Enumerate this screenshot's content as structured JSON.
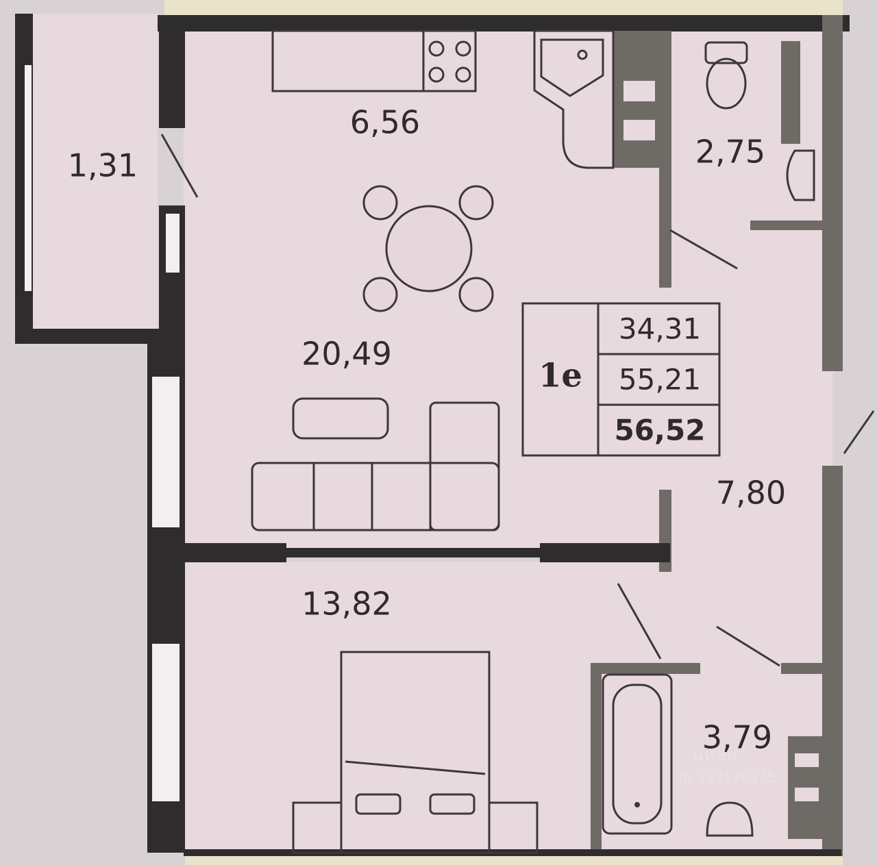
{
  "rooms": {
    "balcony": "1,31",
    "kitchen": "6,56",
    "living": "20,49",
    "bedroom": "13,82",
    "toilet": "2,75",
    "hall": "7,80",
    "bathroom": "3,79"
  },
  "apartment": {
    "type": "1e",
    "living_area": "34,31",
    "total_area": "55,21",
    "total_with_balcony": "56,52"
  },
  "watermark": {
    "brand": "циан",
    "id": "ID 293170375"
  },
  "colors": {
    "room_fill": "#e8d9de",
    "wall": "#2e2c2c",
    "background": "#d8d2d4"
  }
}
